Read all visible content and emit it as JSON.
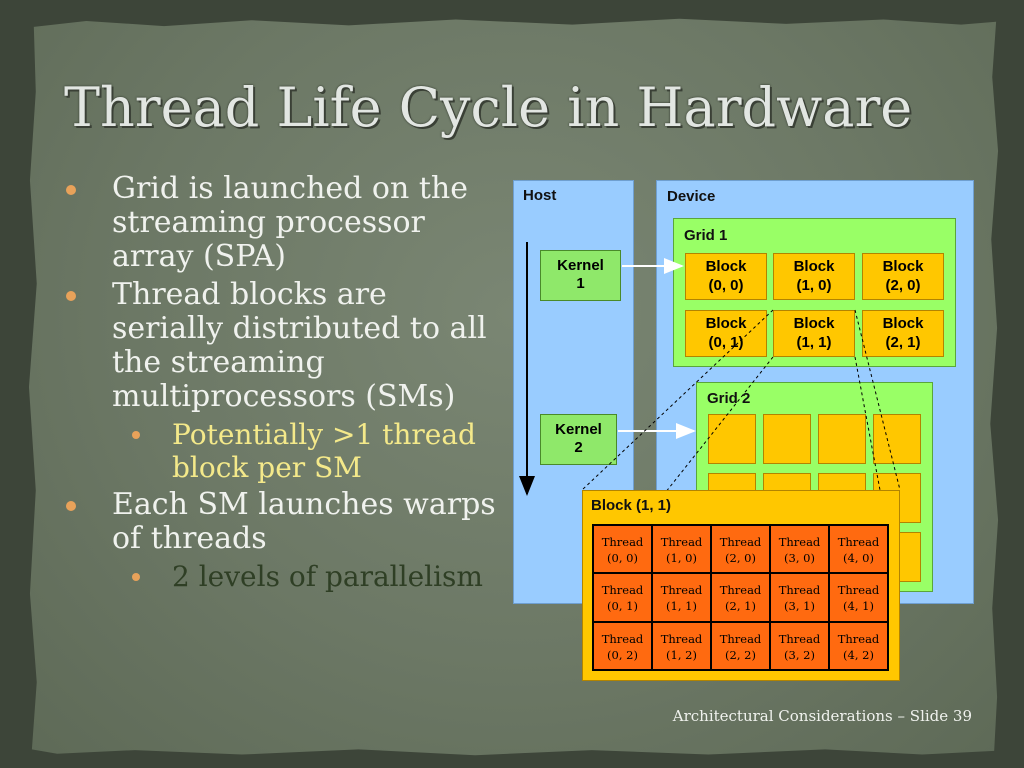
{
  "slide": {
    "title": "Thread Life Cycle in Hardware",
    "footer": "Architectural Considerations – Slide 39"
  },
  "bullets": [
    {
      "text": "Grid is launched on the streaming processor array (SPA)"
    },
    {
      "text": "Thread blocks are serially distributed to all the streaming multiprocessors (SMs)"
    },
    {
      "text": "Potentially >1 thread block per SM"
    },
    {
      "text": "Each SM launches warps of threads"
    },
    {
      "text": "2 levels of parallelism"
    }
  ],
  "diagram": {
    "host_label": "Host",
    "device_label": "Device",
    "kernel1": {
      "line1": "Kernel",
      "line2": "1"
    },
    "kernel2": {
      "line1": "Kernel",
      "line2": "2"
    },
    "grid1_label": "Grid 1",
    "grid2_label": "Grid 2",
    "block_detail_label": "Block (1, 1)",
    "grid1_blocks": [
      {
        "line1": "Block",
        "line2": "(0, 0)"
      },
      {
        "line1": "Block",
        "line2": "(1, 0)"
      },
      {
        "line1": "Block",
        "line2": "(2, 0)"
      },
      {
        "line1": "Block",
        "line2": "(0, 1)"
      },
      {
        "line1": "Block",
        "line2": "(1, 1)"
      },
      {
        "line1": "Block",
        "line2": "(2, 1)"
      }
    ],
    "threads": [
      {
        "line1": "Thread",
        "line2": "(0, 0)"
      },
      {
        "line1": "Thread",
        "line2": "(1, 0)"
      },
      {
        "line1": "Thread",
        "line2": "(2, 0)"
      },
      {
        "line1": "Thread",
        "line2": "(3, 0)"
      },
      {
        "line1": "Thread",
        "line2": "(4, 0)"
      },
      {
        "line1": "Thread",
        "line2": "(0, 1)"
      },
      {
        "line1": "Thread",
        "line2": "(1, 1)"
      },
      {
        "line1": "Thread",
        "line2": "(2, 1)"
      },
      {
        "line1": "Thread",
        "line2": "(3, 1)"
      },
      {
        "line1": "Thread",
        "line2": "(4, 1)"
      },
      {
        "line1": "Thread",
        "line2": "(0, 2)"
      },
      {
        "line1": "Thread",
        "line2": "(1, 2)"
      },
      {
        "line1": "Thread",
        "line2": "(2, 2)"
      },
      {
        "line1": "Thread",
        "line2": "(3, 2)"
      },
      {
        "line1": "Thread",
        "line2": "(4, 2)"
      }
    ]
  },
  "colors": {
    "host_bg": "#99ccff",
    "grid_bg": "#99ff66",
    "block": "#ffc700",
    "thread": "#ff6a10",
    "bullet_dot": "#e8a25a",
    "sub_bullet_text": "#f4e98a"
  }
}
